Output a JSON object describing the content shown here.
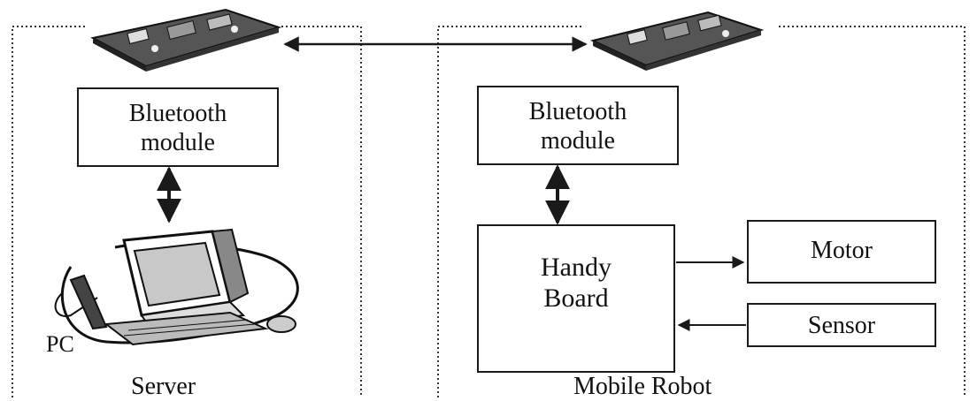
{
  "server": {
    "label": "Server",
    "bluetooth_box": {
      "line1": "Bluetooth",
      "line2": "module"
    },
    "pc_label": "PC",
    "pc_icon": "desktop-computer-icon",
    "board_icon": "bluetooth-board-icon"
  },
  "robot": {
    "label": "Mobile Robot",
    "bluetooth_box": {
      "line1": "Bluetooth",
      "line2": "module"
    },
    "handy_board": {
      "line1": "Handy",
      "line2": "Board"
    },
    "motor": "Motor",
    "sensor": "Sensor",
    "board_icon": "bluetooth-board-icon"
  },
  "colors": {
    "line": "#1a1a1a",
    "background": "#ffffff"
  }
}
